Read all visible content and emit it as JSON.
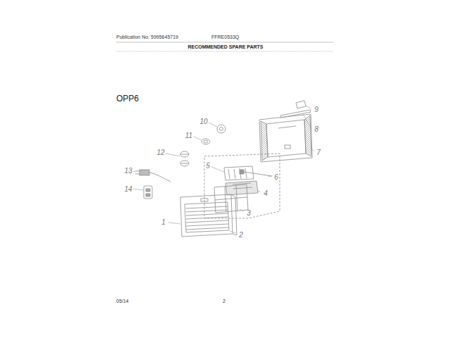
{
  "diagram": {
    "title": "RECOMMENDED SPARE PARTS",
    "labels": [
      "Publication No: 5995645719",
      "FFRE0533Q",
      "OPP6",
      "9",
      "8",
      "7",
      "10",
      "11",
      "12",
      "5",
      "6",
      "13",
      "4",
      "14",
      "3",
      "1",
      "2",
      "05/14",
      "2"
    ]
  }
}
